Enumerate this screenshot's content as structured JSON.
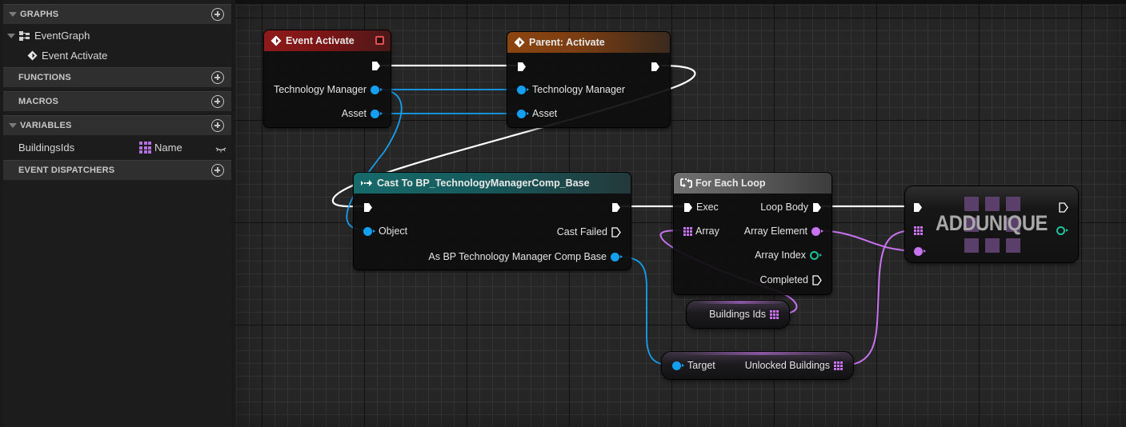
{
  "sidebar": {
    "sections": {
      "graphs": {
        "label": "GRAPHS",
        "expanded": true
      },
      "functions": {
        "label": "FUNCTIONS",
        "expanded": false
      },
      "macros": {
        "label": "MACROS",
        "expanded": false
      },
      "variables": {
        "label": "VARIABLES",
        "expanded": true
      },
      "dispatchers": {
        "label": "EVENT DISPATCHERS",
        "expanded": false
      }
    },
    "graphs_tree": {
      "event_graph": "EventGraph",
      "event_activate": "Event Activate"
    },
    "variables": [
      {
        "name": "BuildingsIds",
        "type": "Name",
        "type_color": "#b46fe0",
        "container": "array"
      }
    ]
  },
  "graph": {
    "nodes": {
      "event_activate": {
        "title": "Event Activate",
        "header_color": "#8e1a1a",
        "pins": {
          "technology_manager": "Technology Manager",
          "asset": "Asset"
        }
      },
      "parent_activate": {
        "title": "Parent: Activate",
        "header_color": "#8c4510",
        "pins": {
          "technology_manager": "Technology Manager",
          "asset": "Asset"
        }
      },
      "cast": {
        "title": "Cast To BP_TechnologyManagerComp_Base",
        "header_color": "#176a6a",
        "pins": {
          "object": "Object",
          "cast_failed": "Cast Failed",
          "as_output": "As BP Technology Manager Comp Base"
        }
      },
      "for_each": {
        "title": "For Each Loop",
        "header_color": "#707070",
        "pins": {
          "exec": "Exec",
          "array": "Array",
          "loop_body": "Loop Body",
          "array_element": "Array Element",
          "array_index": "Array Index",
          "completed": "Completed"
        }
      },
      "add_unique": {
        "title": "ADDUNIQUE"
      },
      "buildings_ids": {
        "label": "Buildings Ids"
      },
      "unlocked_buildings": {
        "target": "Target",
        "label": "Unlocked Buildings"
      }
    },
    "colors": {
      "exec_wire": "#ffffff",
      "object_wire": "#14a0f0",
      "name_wire": "#c873f0",
      "int_pin": "#1fc29a"
    }
  }
}
